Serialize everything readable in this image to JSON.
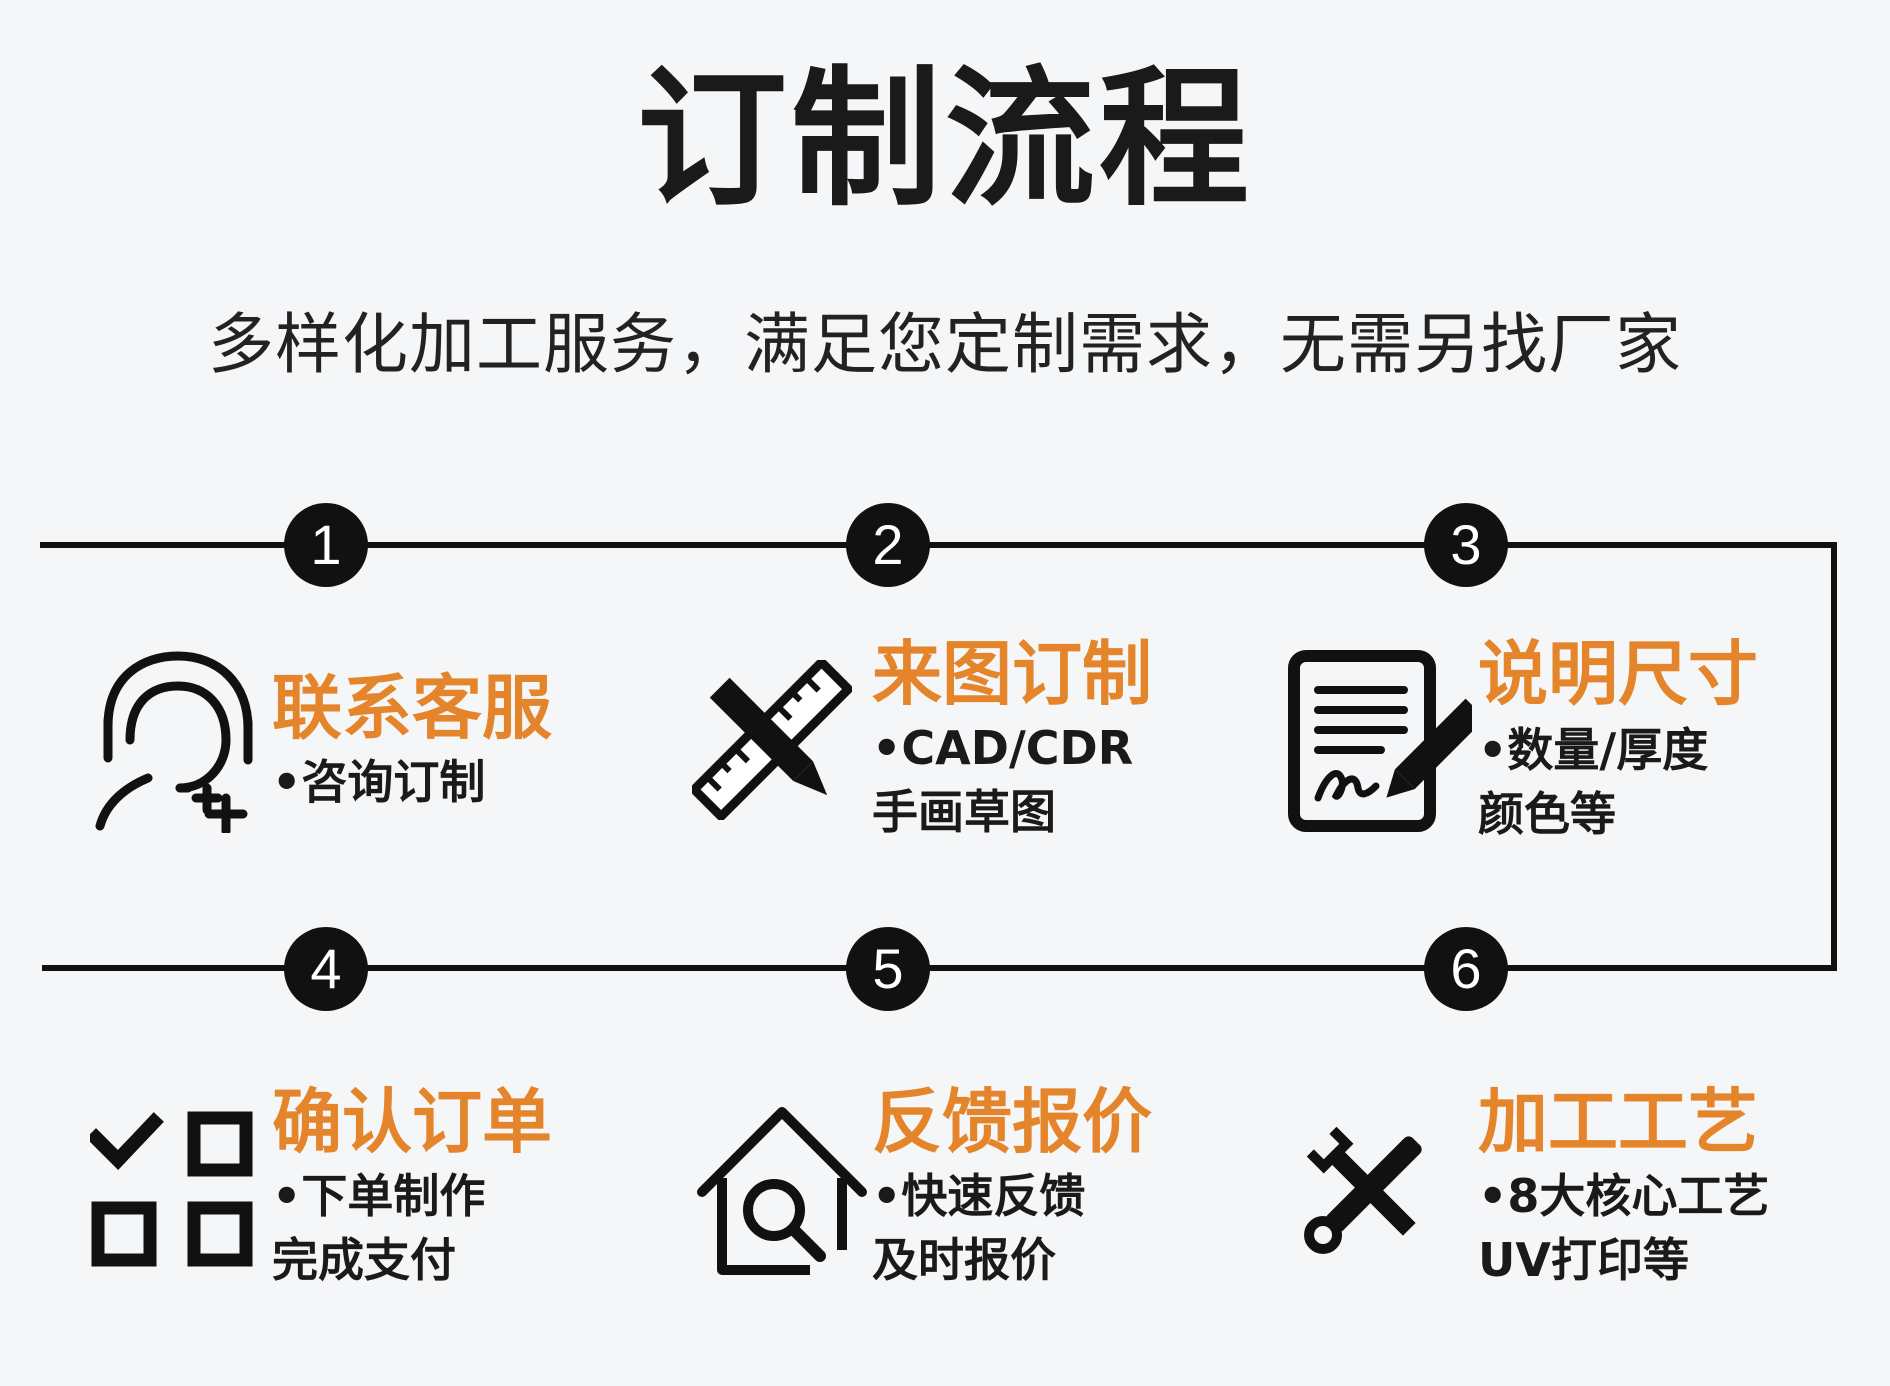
{
  "title": "订制流程",
  "subtitle": "多样化加工服务，满足您定制需求，无需另找厂家",
  "steps": [
    {
      "number": "1",
      "title": "联系客服",
      "line1": "•咨询订制",
      "line2": "",
      "icon": "customer-service-icon"
    },
    {
      "number": "2",
      "title": "来图订制",
      "line1": "•CAD/CDR",
      "line2": "手画草图",
      "icon": "ruler-pencil-icon"
    },
    {
      "number": "3",
      "title": "说明尺寸",
      "line1": "•数量/厚度",
      "line2": "颜色等",
      "icon": "document-sign-icon"
    },
    {
      "number": "4",
      "title": "确认订单",
      "line1": "•下单制作",
      "line2": "完成支付",
      "icon": "checklist-icon"
    },
    {
      "number": "5",
      "title": "反馈报价",
      "line1": "•快速反馈",
      "line2": "及时报价",
      "icon": "house-search-icon"
    },
    {
      "number": "6",
      "title": "加工工艺",
      "line1": "•8大核心工艺",
      "line2": "UV打印等",
      "icon": "tools-icon"
    }
  ],
  "colors": {
    "accent": "#e5852b",
    "dark": "#111111",
    "background": "#f5f6f8"
  }
}
